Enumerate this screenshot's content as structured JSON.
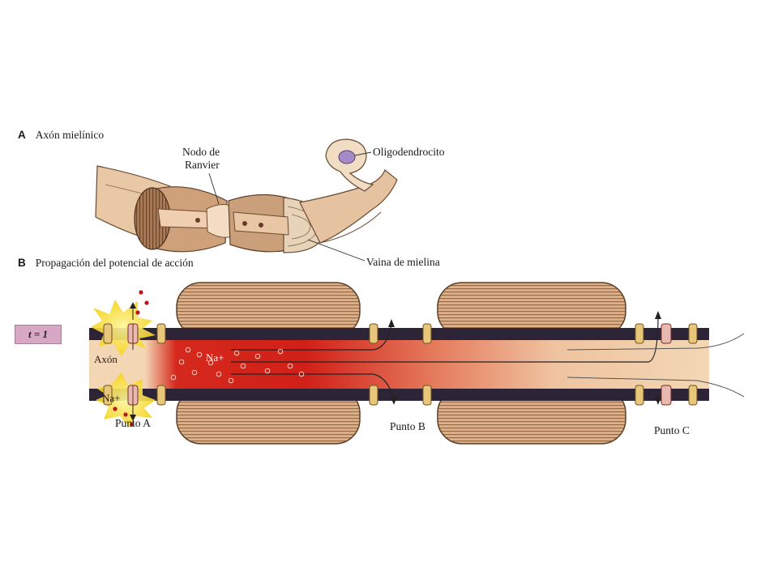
{
  "panel_a": {
    "letter": "A",
    "title": "Axón mielínico",
    "labels": {
      "node_line1": "Nodo de",
      "node_line2": "Ranvier",
      "oligodendrocyte": "Oligodendrocito",
      "myelin_sheath": "Vaina de mielina"
    }
  },
  "panel_b": {
    "letter": "B",
    "title": "Propagación del potencial de acción",
    "time_badge": "t = 1",
    "labels": {
      "axon": "Axón",
      "sodium_inside": "Na+",
      "sodium_outside": "Na+",
      "point_a": "Punto A",
      "point_b": "Punto B",
      "point_c": "Punto C"
    }
  },
  "colors": {
    "myelin": "#cfa67e",
    "myelin_stripe": "#8a5a3a",
    "membrane": "#2e2438",
    "axoplasm": "#f2d3b0",
    "depolarized": "#d11a14",
    "channel": "#e8c77a",
    "badge": "#d6a8c4"
  }
}
